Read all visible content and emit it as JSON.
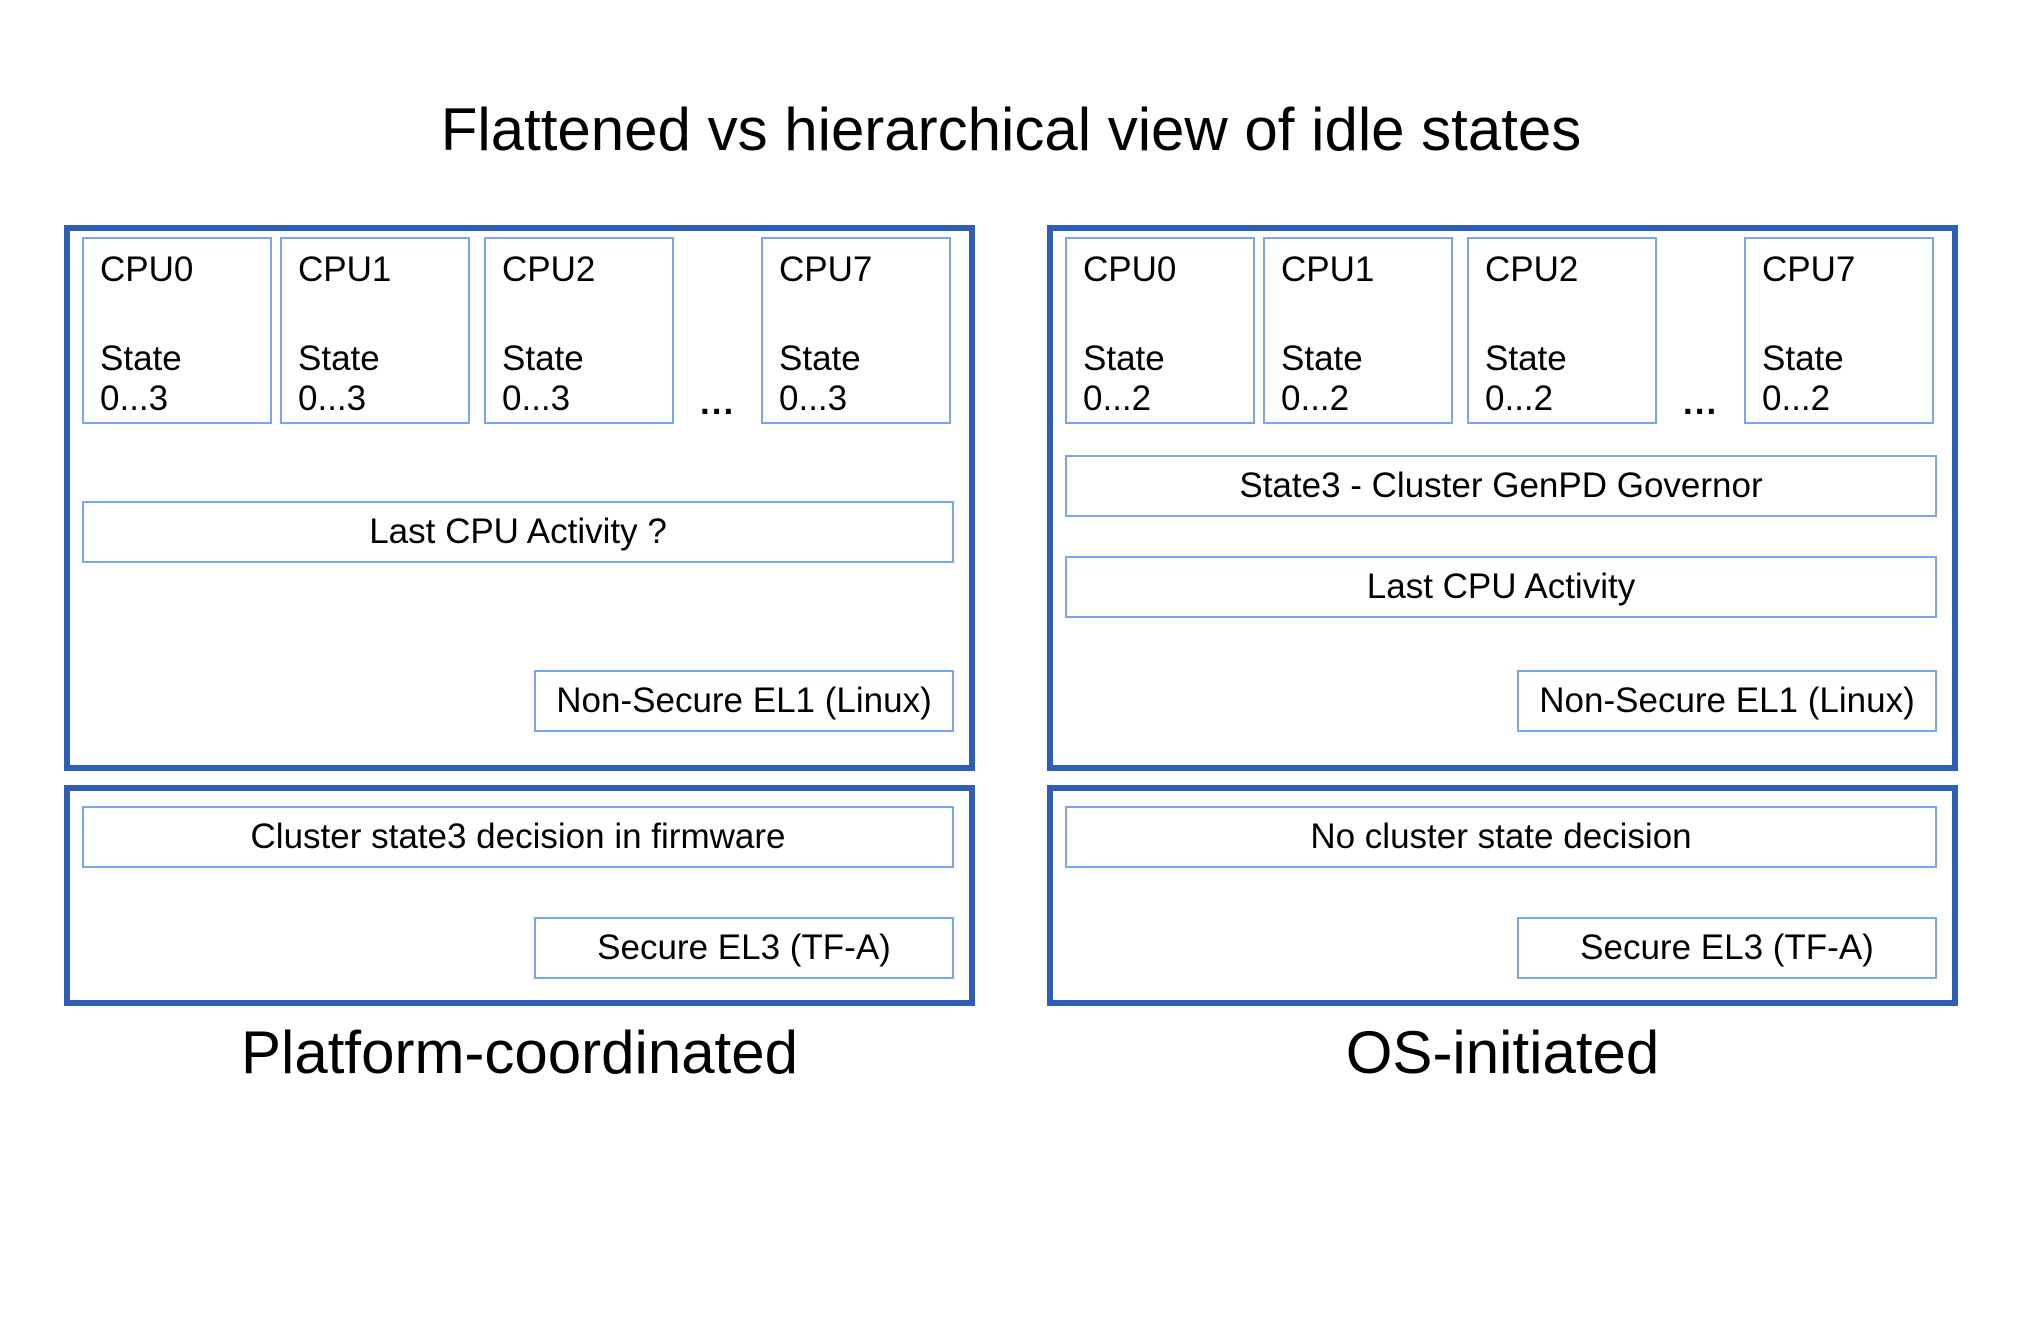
{
  "title": "Flattened vs hierarchical view of idle states",
  "colors": {
    "outer-border": "#2e5eb8",
    "inner-border": "#7ba6ee",
    "text": "#000000"
  },
  "panels": [
    {
      "caption": "Platform-coordinated",
      "ellipsis": "...",
      "cpus": [
        {
          "name": "CPU0",
          "state_label": "State",
          "state_range": "0...3"
        },
        {
          "name": "CPU1",
          "state_label": "State",
          "state_range": "0...3"
        },
        {
          "name": "CPU2",
          "state_label": "State",
          "state_range": "0...3"
        },
        {
          "name": "CPU7",
          "state_label": "State",
          "state_range": "0...3"
        }
      ],
      "activity_label": "Last CPU Activity ?",
      "el1_label": "Non-Secure EL1 (Linux)",
      "cluster_decision_label": "Cluster state3 decision in firmware",
      "el3_label": "Secure EL3 (TF-A)"
    },
    {
      "caption": "OS-initiated",
      "ellipsis": "...",
      "cpus": [
        {
          "name": "CPU0",
          "state_label": "State",
          "state_range": "0...2"
        },
        {
          "name": "CPU1",
          "state_label": "State",
          "state_range": "0...2"
        },
        {
          "name": "CPU2",
          "state_label": "State",
          "state_range": "0...2"
        },
        {
          "name": "CPU7",
          "state_label": "State",
          "state_range": "0...2"
        }
      ],
      "governor_label": "State3 - Cluster GenPD Governor",
      "activity_label": "Last CPU Activity",
      "el1_label": "Non-Secure EL1 (Linux)",
      "cluster_decision_label": "No cluster state decision",
      "el3_label": "Secure EL3 (TF-A)"
    }
  ]
}
